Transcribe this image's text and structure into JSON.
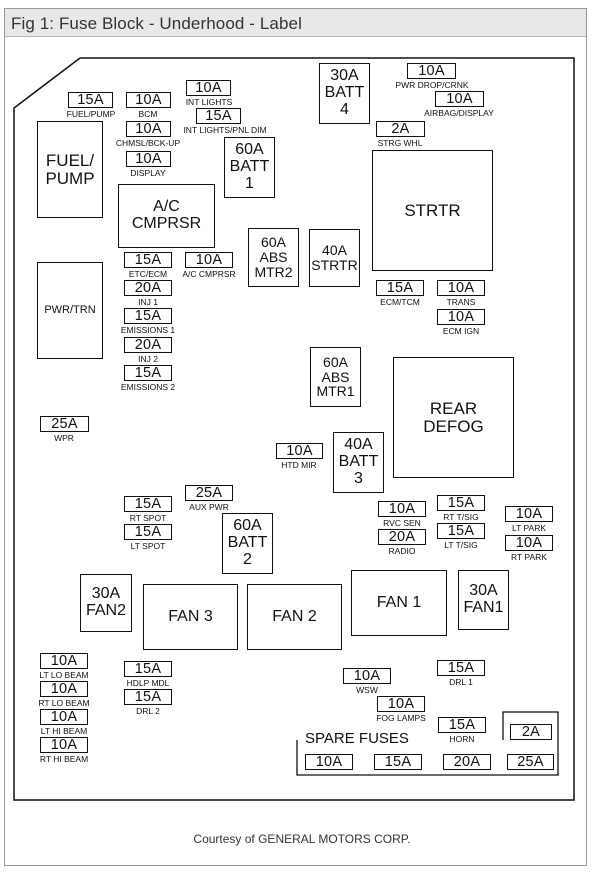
{
  "header": {
    "title": "Fig 1: Fuse Block - Underhood - Label"
  },
  "footer": {
    "courtesy": "Courtesy of GENERAL MOTORS CORP."
  },
  "relays": {
    "fuel_pump": "FUEL/\nPUMP",
    "ac_cmprsr": "A/C\nCMPRSR",
    "pwr_trn": "PWR/TRN",
    "batt1": "60A\nBATT\n1",
    "batt4": "30A\nBATT\n4",
    "abs_mtr2": "60A\nABS\nMTR2",
    "strtr40": "40A\nSTRTR",
    "strtr": "STRTR",
    "abs_mtr1": "60A\nABS\nMTR1",
    "rear_defog": "REAR\nDEFOG",
    "batt3": "40A\nBATT\n3",
    "batt2": "60A\nBATT\n2",
    "fan2_relay": "30A\nFAN2",
    "fan3": "FAN 3",
    "fan2": "FAN 2",
    "fan1": "FAN 1",
    "fan1_relay": "30A\nFAN1"
  },
  "fuses": {
    "fuel_pump": {
      "amp": "15A",
      "name": "FUEL/PUMP"
    },
    "bcm": {
      "amp": "10A",
      "name": "BCM"
    },
    "int_lights": {
      "amp": "10A",
      "name": "INT LIGHTS"
    },
    "int_lights_pnl": {
      "amp": "15A",
      "name": "INT LIGHTS/PNL DIM"
    },
    "chmsl": {
      "amp": "10A",
      "name": "CHMSL/BCK-UP"
    },
    "display": {
      "amp": "10A",
      "name": "DISPLAY"
    },
    "pwr_drop": {
      "amp": "10A",
      "name": "PWR DROP/CRNK"
    },
    "airbag": {
      "amp": "10A",
      "name": "AIRBAG/DISPLAY"
    },
    "strg_whl": {
      "amp": "2A",
      "name": "STRG WHL"
    },
    "etc_ecm": {
      "amp": "15A",
      "name": "ETC/ECM"
    },
    "ac_cmprsr": {
      "amp": "10A",
      "name": "A/C CMPRSR"
    },
    "inj1": {
      "amp": "20A",
      "name": "INJ 1"
    },
    "emissions1": {
      "amp": "15A",
      "name": "EMISSIONS 1"
    },
    "inj2": {
      "amp": "20A",
      "name": "INJ 2"
    },
    "emissions2": {
      "amp": "15A",
      "name": "EMISSIONS 2"
    },
    "ecm_tcm": {
      "amp": "15A",
      "name": "ECM/TCM"
    },
    "trans": {
      "amp": "10A",
      "name": "TRANS"
    },
    "ecm_ign": {
      "amp": "10A",
      "name": "ECM IGN"
    },
    "wpr": {
      "amp": "25A",
      "name": "WPR"
    },
    "htd_mir": {
      "amp": "10A",
      "name": "HTD MIR"
    },
    "aux_pwr": {
      "amp": "25A",
      "name": "AUX PWR"
    },
    "rt_spot": {
      "amp": "15A",
      "name": "RT SPOT"
    },
    "lt_spot": {
      "amp": "15A",
      "name": "LT SPOT"
    },
    "rvc_sen": {
      "amp": "10A",
      "name": "RVC SEN"
    },
    "radio": {
      "amp": "20A",
      "name": "RADIO"
    },
    "rt_tsig": {
      "amp": "15A",
      "name": "RT T/SIG"
    },
    "lt_tsig": {
      "amp": "15A",
      "name": "LT T/SIG"
    },
    "lt_park": {
      "amp": "10A",
      "name": "LT PARK"
    },
    "rt_park": {
      "amp": "10A",
      "name": "RT PARK"
    },
    "lt_lo_beam": {
      "amp": "10A",
      "name": "LT LO BEAM"
    },
    "rt_lo_beam": {
      "amp": "10A",
      "name": "RT LO BEAM"
    },
    "lt_hi_beam": {
      "amp": "10A",
      "name": "LT HI BEAM"
    },
    "rt_hi_beam": {
      "amp": "10A",
      "name": "RT HI BEAM"
    },
    "hdlp_mdl": {
      "amp": "15A",
      "name": "HDLP MDL"
    },
    "drl2": {
      "amp": "15A",
      "name": "DRL 2"
    },
    "wsw": {
      "amp": "10A",
      "name": "WSW"
    },
    "drl1": {
      "amp": "15A",
      "name": "DRL 1"
    },
    "fog_lamps": {
      "amp": "10A",
      "name": "FOG LAMPS"
    },
    "horn": {
      "amp": "15A",
      "name": "HORN"
    }
  },
  "spare": {
    "label": "SPARE FUSES",
    "values": [
      "10A",
      "15A",
      "20A",
      "25A"
    ],
    "extra": "2A"
  }
}
